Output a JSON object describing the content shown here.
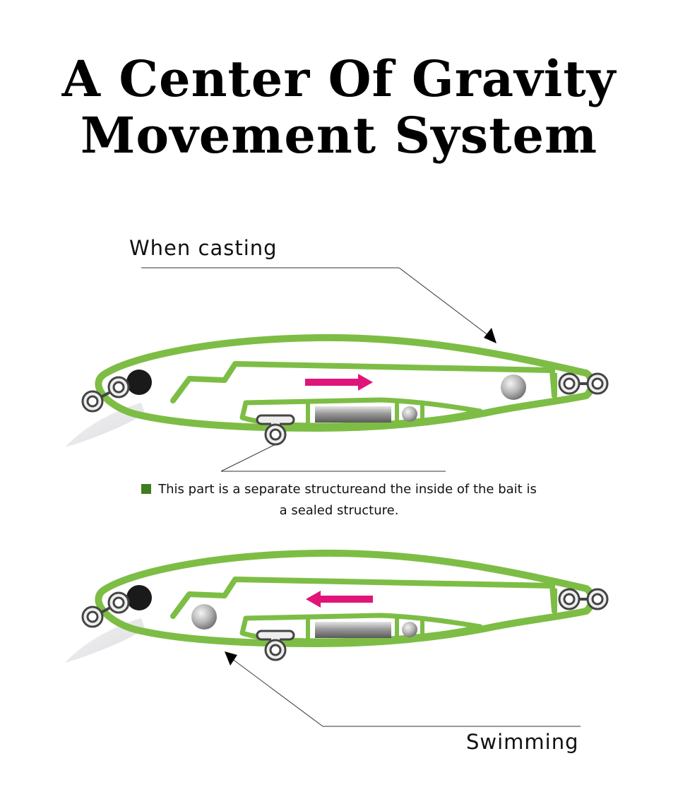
{
  "title": {
    "line1": "A Center Of Gravity",
    "line2": "Movement System"
  },
  "labels": {
    "casting": "When casting",
    "swimming": "Swimming"
  },
  "note": {
    "line1": "This part is a separate structureand the inside of the bait is",
    "line2": "a sealed structure."
  },
  "colors": {
    "body_outline": "#7dbd45",
    "legend_swatch": "#3f7d1f",
    "arrow": "#e0157a",
    "eye": "#1a1a1a",
    "lip": "#e6e7ea"
  },
  "icons": {
    "eye": "eye-icon",
    "tow_ring": "split-ring-icon",
    "weight_ball": "weight-ball-icon",
    "direction_arrow": "arrow-icon"
  }
}
